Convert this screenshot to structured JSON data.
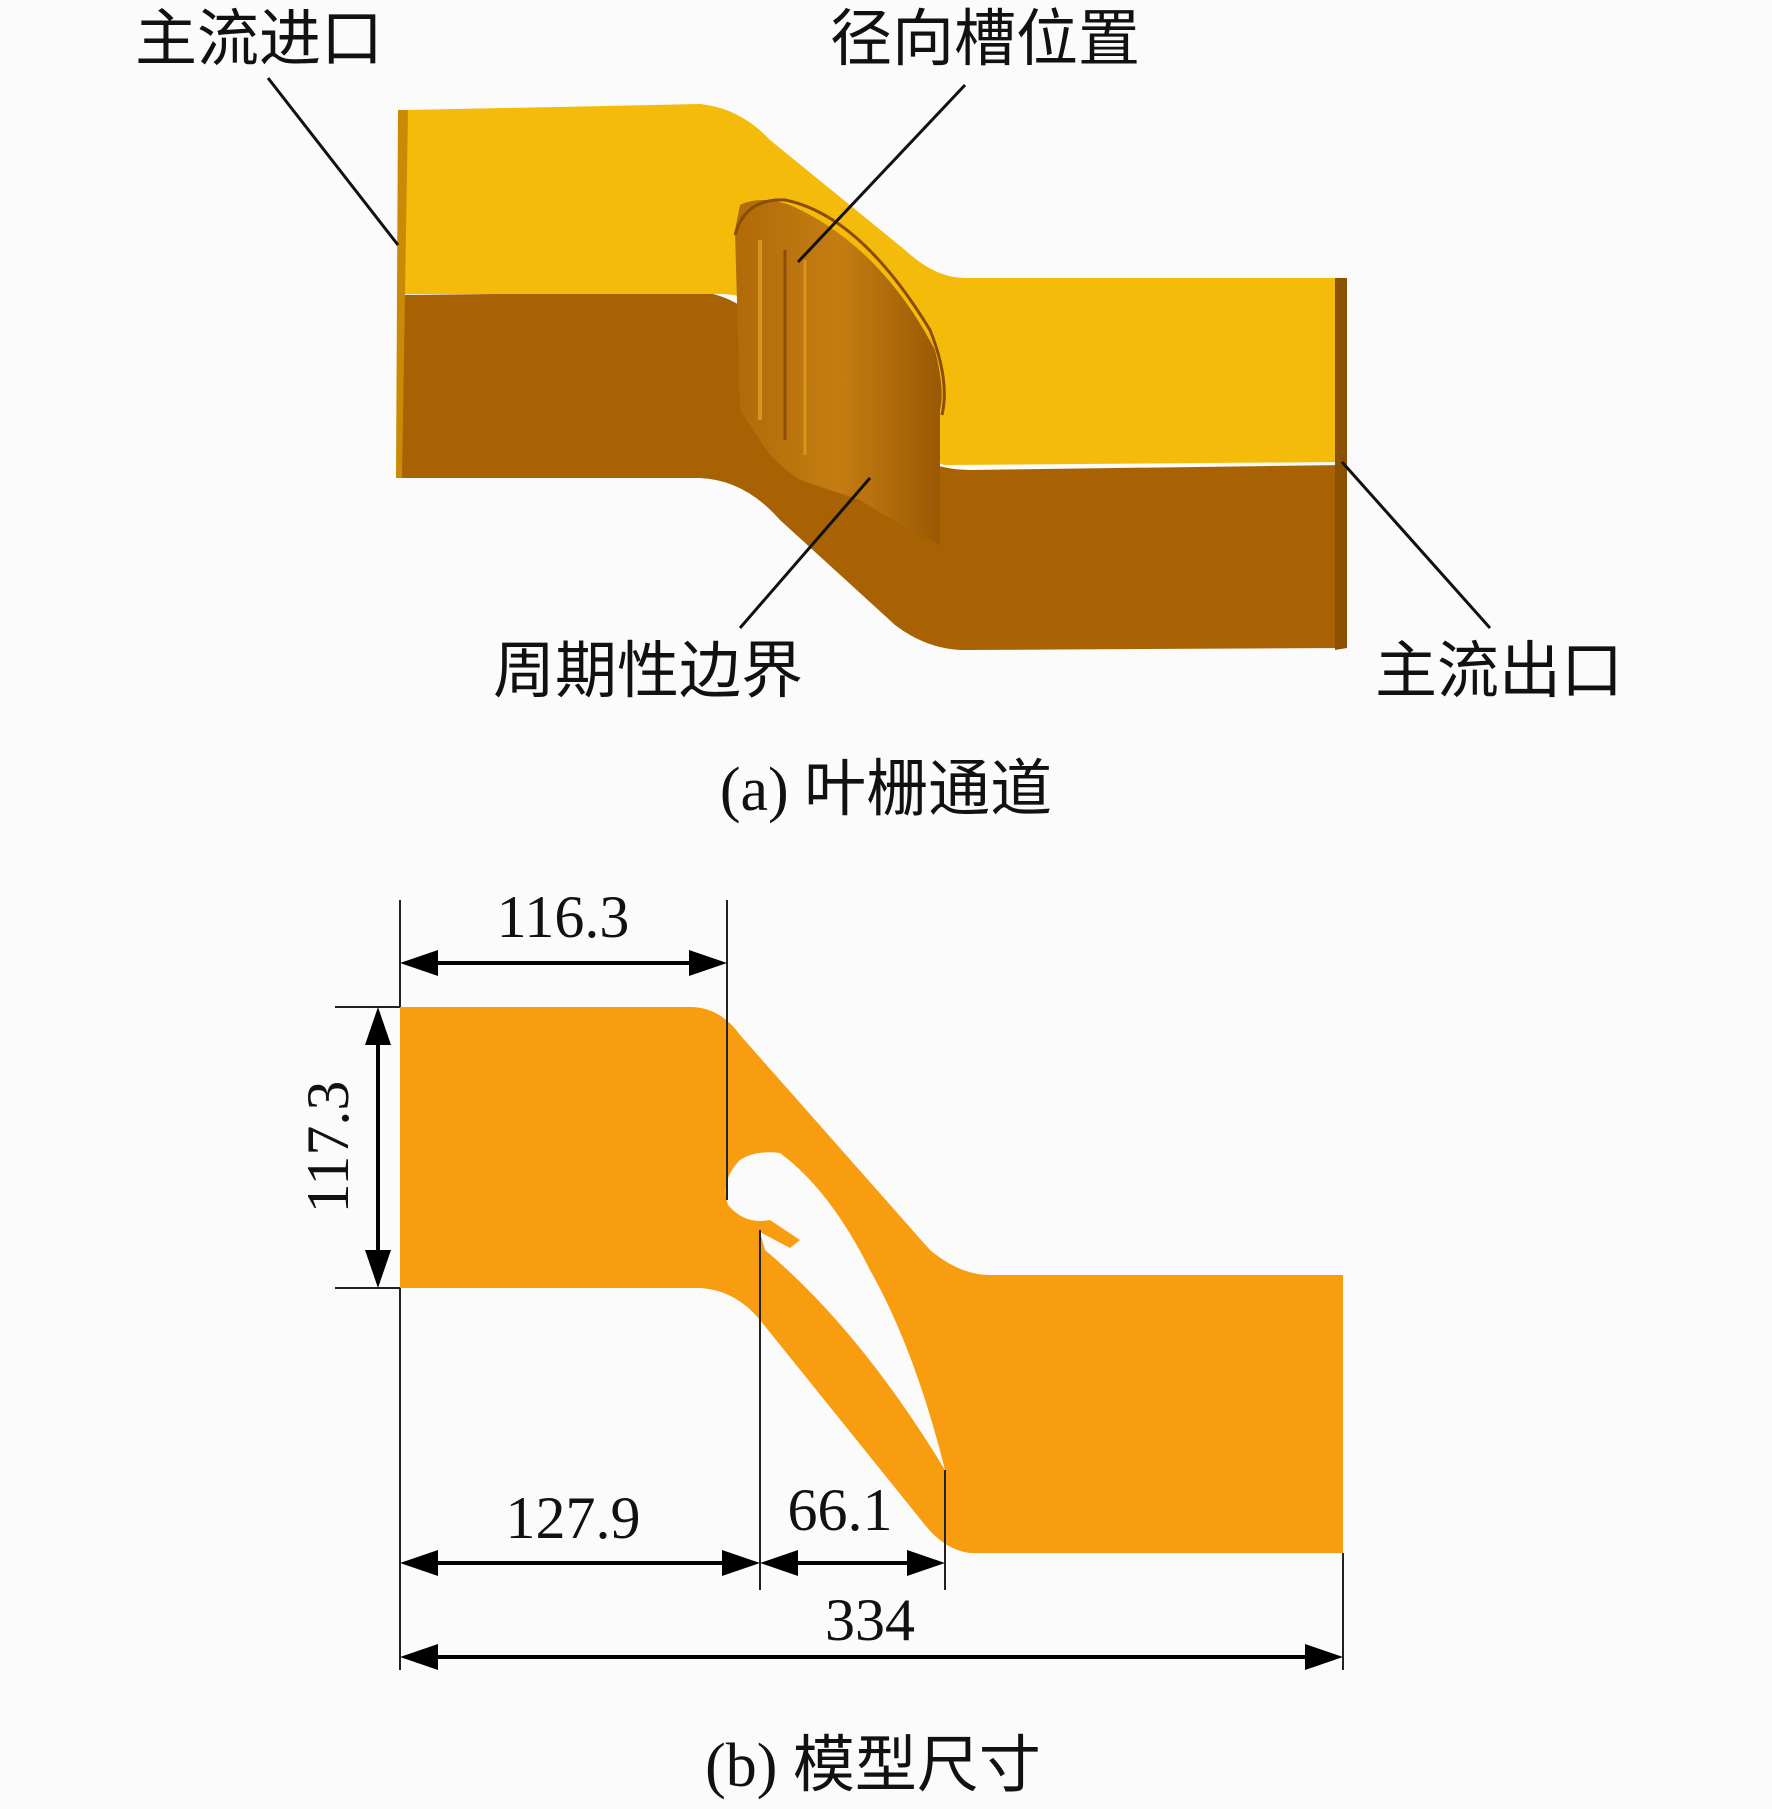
{
  "panel_a": {
    "caption": "(a) 叶栅通道",
    "labels": {
      "inlet": "主流进口",
      "slot": "径向槽位置",
      "periodic": "周期性边界",
      "outlet": "主流出口"
    }
  },
  "panel_b": {
    "caption": "(b) 模型尺寸",
    "dimensions": {
      "inlet_length": "116.3",
      "pitch": "117.3",
      "upstream_length": "127.9",
      "axial_chord": "66.1",
      "total_length": "334"
    }
  },
  "colors": {
    "top_face": "#f5bb0a",
    "side_face": "#a86204",
    "section_fill": "#f79d0f",
    "background": "#fbfbfb"
  }
}
